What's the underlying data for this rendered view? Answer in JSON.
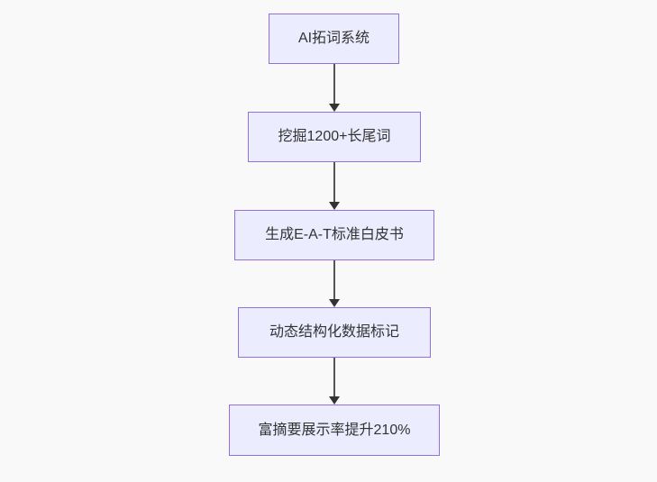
{
  "theme": {
    "canvas_background": "#f9f9f9",
    "node_fill": "#ececff",
    "node_border": "#9370db",
    "node_text_color": "#333333",
    "edge_line_color": "#555555",
    "edge_arrow_color": "#333333"
  },
  "flowchart": {
    "type": "flowchart",
    "direction": "top-down",
    "nodes": [
      {
        "label": "AI拓词系统"
      },
      {
        "label": "挖掘1200+长尾词"
      },
      {
        "label": "生成E-A-T标准白皮书"
      },
      {
        "label": "动态结构化数据标记"
      },
      {
        "label": "富摘要展示率提升210%"
      }
    ],
    "edges": [
      {
        "from": 0,
        "to": 1
      },
      {
        "from": 1,
        "to": 2
      },
      {
        "from": 2,
        "to": 3
      },
      {
        "from": 3,
        "to": 4
      }
    ]
  }
}
